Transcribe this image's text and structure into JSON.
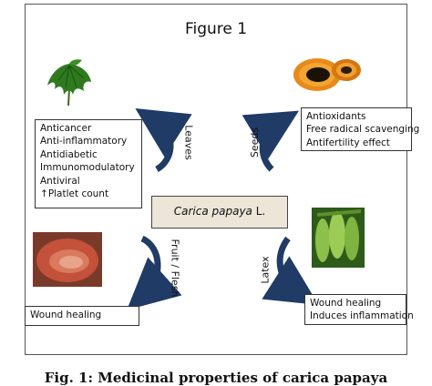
{
  "figure_title": "Figure 1",
  "center": {
    "name": "Carica papaya",
    "suffix": "L."
  },
  "branches": {
    "leaves": {
      "label": "Leaves",
      "properties": [
        "Anticancer",
        "Anti-inflammatory",
        "Antidiabetic",
        "Immunomodulatory",
        "Antiviral",
        "Platlet count"
      ],
      "arrow_prefix": "↑"
    },
    "seeds": {
      "label": "Seeds",
      "properties": [
        "Antioxidants",
        "Free radical scavenging",
        "Antifertility effect"
      ]
    },
    "fruit": {
      "label": "Fruit / Flesh",
      "properties": [
        "Wound healing"
      ]
    },
    "latex": {
      "label": "Latex",
      "properties": [
        "Wound healing",
        "Induces inflammation"
      ]
    }
  },
  "caption": "Fig. 1: Medicinal properties of carica papaya",
  "colors": {
    "arrow": "#1f3b66",
    "center_fill": "#ece6d8",
    "leaf_green": "#2f7a1f",
    "papaya_orange": "#e88a1a",
    "seed_black": "#1a1208",
    "fruit_red": "#c4513a"
  }
}
